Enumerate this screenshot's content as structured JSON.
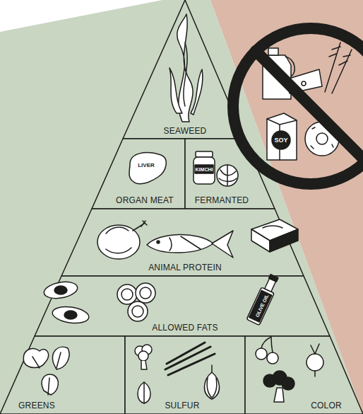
{
  "diagram": {
    "nodes": [
      {
        "text": [
          "SEAWEED"
        ]
      },
      {
        "text": [
          "ORGAN MEAT"
        ]
      },
      {
        "text": [
          "FERMANTED"
        ]
      },
      {
        "text": [
          "ANIMAL PROTEIN"
        ]
      },
      {
        "text": [
          "ALLOWED FATS"
        ]
      },
      {
        "text": [
          "GREENS"
        ]
      },
      {
        "text": [
          "SULFUR"
        ]
      },
      {
        "text": [
          "COLOR"
        ]
      }
    ],
    "labels": [
      "SOY",
      "LIVER",
      "KIMCHI",
      "OLIVE OIL"
    ]
  }
}
